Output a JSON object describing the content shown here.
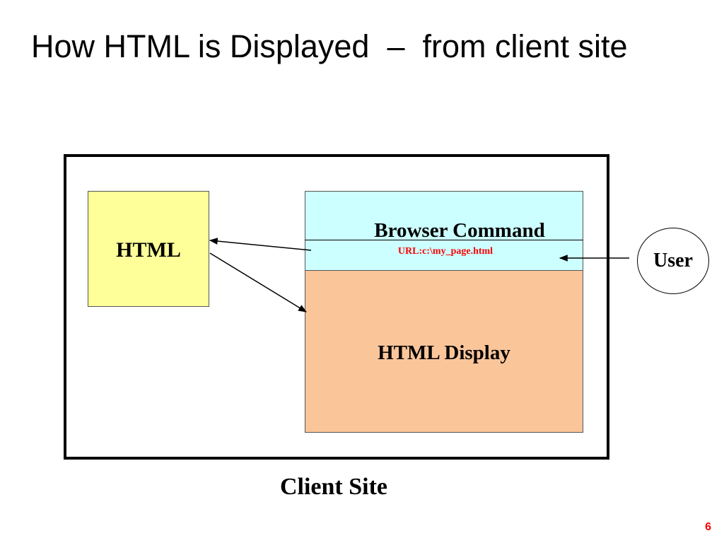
{
  "slide": {
    "title": "How HTML is Displayed  –  from client site",
    "page_number": "6"
  },
  "diagram": {
    "html_box_label": "HTML",
    "browser_box_label": "Browser Command",
    "url_text": "URL:c:\\my_page.html",
    "display_box_label": "HTML Display",
    "user_label": "User",
    "frame_caption": "Client Site"
  },
  "colors": {
    "html_box_fill": "#ffff99",
    "browser_box_fill": "#ccffff",
    "display_box_fill": "#fbc59a",
    "url_text": "#ff0000",
    "page_number": "#ff0000"
  }
}
